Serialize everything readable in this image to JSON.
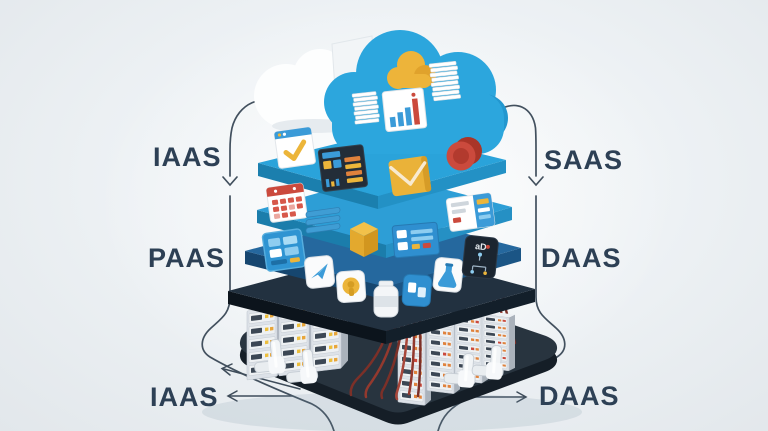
{
  "page": {
    "type": "infographic-illustration",
    "subject": "Cloud service models stack (IaaS / PaaS / SaaS / DaaS)"
  },
  "labels": {
    "iaas_top": "IAAS",
    "saas_top": "SAAS",
    "paas_mid": "PAAS",
    "daas_mid": "DAAS",
    "iaas_bottom": "IAAS",
    "daas_bottom": "DAAS"
  },
  "annotations": {
    "code_tile_text": "aD"
  },
  "icons": [
    "white-cloud-icon",
    "blue-cloud-icon",
    "yellow-cloud-icon",
    "document-stack-icon",
    "bar-chart-icon",
    "browser-check-icon",
    "dashboard-screen-icon",
    "envelope-icon",
    "database-cylinder-icon",
    "calendar-icon",
    "layer-stack-icon",
    "cube-icon",
    "kanban-card-icon",
    "form-card-icon",
    "app-screen-icon",
    "paper-plane-icon",
    "coin-icon",
    "jar-icon",
    "app-window-icon",
    "flask-icon",
    "code-tile-icon",
    "server-rack-icon",
    "cable-bundle-icon",
    "power-plug-icon",
    "down-arrow",
    "left-arrow",
    "right-arrow"
  ],
  "colors": {
    "background": "#eef2f5",
    "label_text": "#2d4055",
    "guide_line": "#42505e",
    "cloud_blue": "#2ca6dd",
    "layer2_blue": "#2d9ed6",
    "layer3_blue": "#25689e",
    "layer4_navy": "#223140",
    "platform_navy": "#28343f",
    "accent_yellow": "#ecb53a",
    "accent_orange": "#e0823c",
    "accent_red": "#c24136",
    "server_gray": "#dde2e8",
    "cable_red": "#8a362c"
  }
}
